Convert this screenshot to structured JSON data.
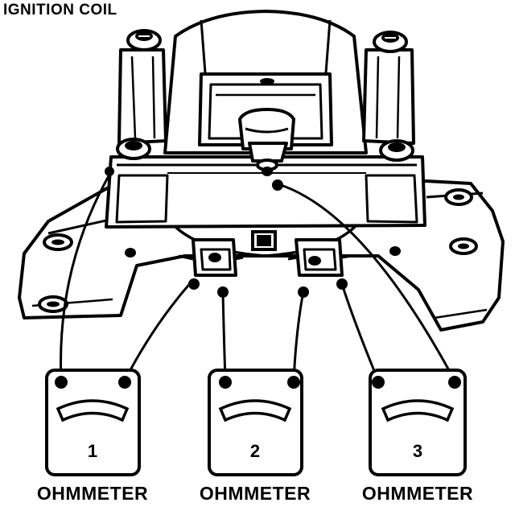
{
  "diagram": {
    "title": "IGNITION COIL",
    "ink_color": "#000000",
    "paper_color": "#ffffff",
    "meters": [
      {
        "number": "1",
        "label": "OHMMETER"
      },
      {
        "number": "2",
        "label": "OHMMETER"
      },
      {
        "number": "3",
        "label": "OHMMETER"
      }
    ]
  }
}
